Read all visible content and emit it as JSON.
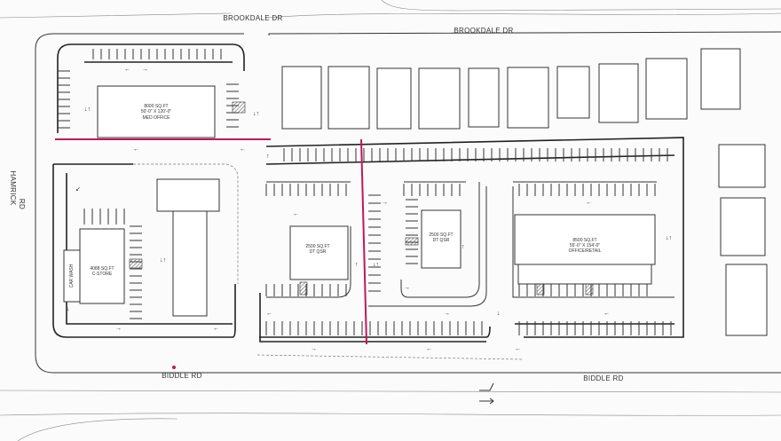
{
  "roads": {
    "north_left": "BROOKDALE DR",
    "north_right": "BROOKDALE DR",
    "west_line1": "HAMRICK",
    "west_line2": "RD",
    "south_left": "BIDDLE RD",
    "south_right": "BIDDLE RD"
  },
  "buildings": {
    "med_office": {
      "area": "8000 SQ.FT",
      "dims": "50'-0\" X 120'-0\"",
      "use": "MED OFFICE"
    },
    "c_store": {
      "area": "4088 SQ.FT",
      "use": "C-STORE",
      "car_wash": "CAR WASH"
    },
    "qsr_1": {
      "area": "2500 SQ.FT",
      "use": "DT QSR"
    },
    "qsr_2": {
      "area": "2500 SQ.FT",
      "use": "DT QSR"
    },
    "office_retail": {
      "area": "8500 SQ.FT",
      "dims": "55'-0\" X 154'-0\"",
      "use": "OFFICE/RETAIL"
    }
  },
  "colors": {
    "property_line": "#c2185b",
    "linework": "#333333"
  }
}
